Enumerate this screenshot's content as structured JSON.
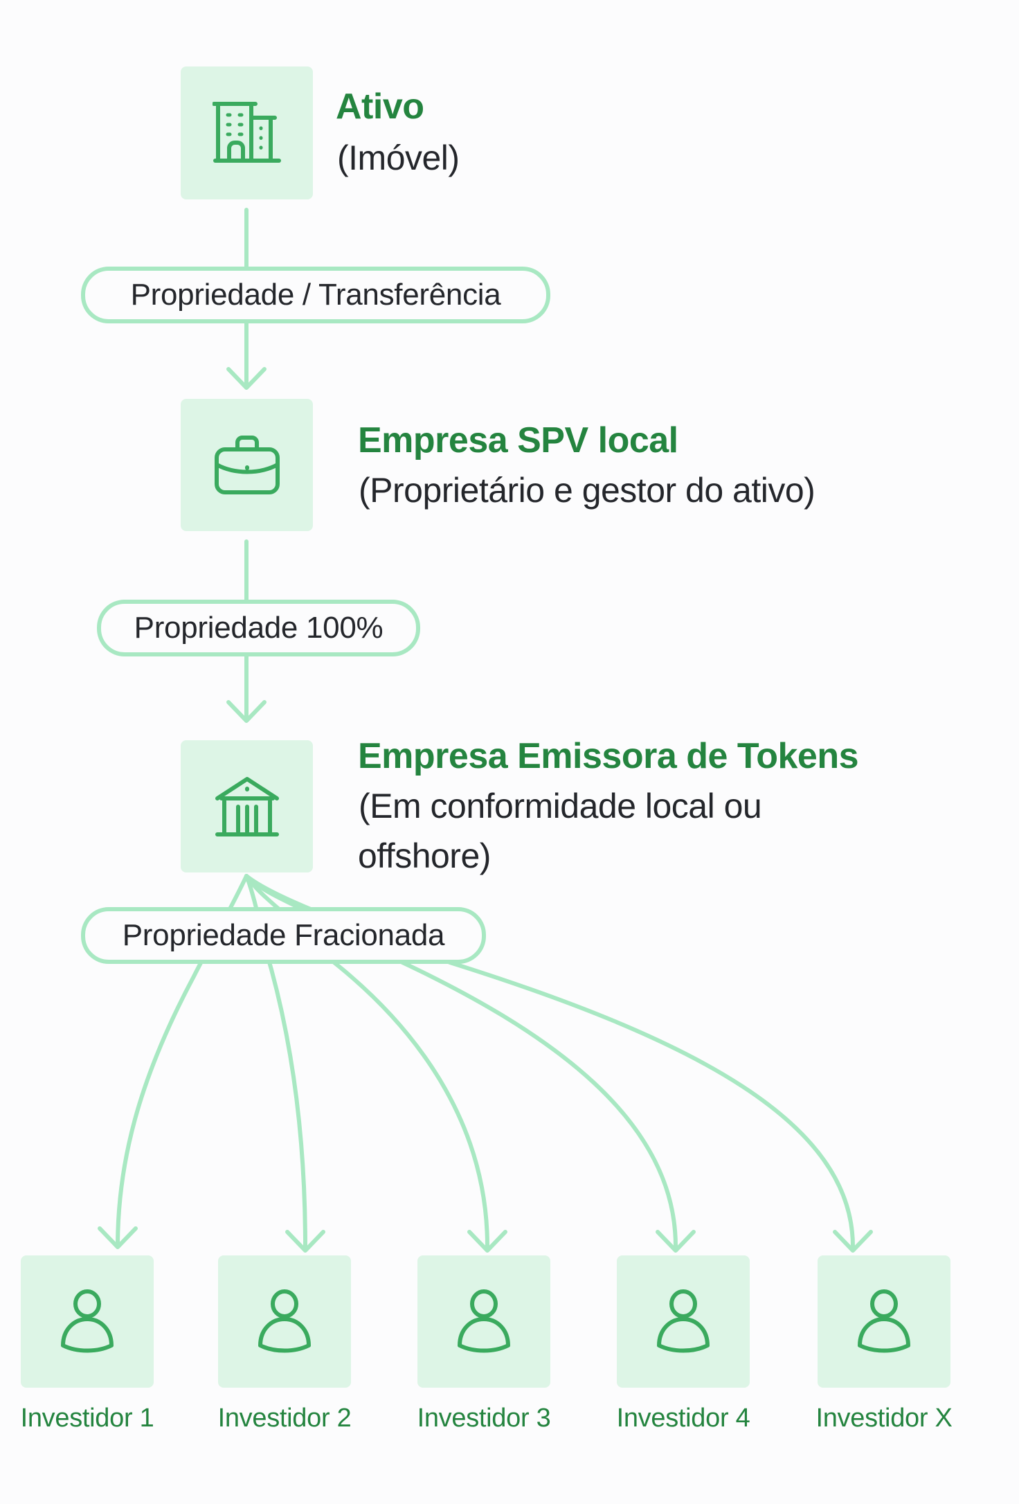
{
  "colors": {
    "background": "#fcfcfd",
    "box_fill": "#ddf5e6",
    "icon": "#3aaa5e",
    "title": "#24843f",
    "connector": "#a8e8c2",
    "text": "#24262b"
  },
  "nodes": {
    "asset": {
      "icon": "building-icon",
      "title": "Ativo",
      "subtitle": "(Imóvel)"
    },
    "spv": {
      "icon": "briefcase-icon",
      "title": "Empresa SPV local",
      "subtitle": "(Proprietário e gestor do ativo)"
    },
    "issuer": {
      "icon": "bank-icon",
      "title": "Empresa Emissora de Tokens",
      "subtitle_line1": "(Em conformidade local ou",
      "subtitle_line2": "offshore)"
    }
  },
  "edges": {
    "asset_to_spv": "Propriedade / Transferência",
    "spv_to_issuer": "Propriedade 100%",
    "issuer_to_investors": "Propriedade Fracionada"
  },
  "investors": [
    {
      "icon": "user-icon",
      "label": "Investidor 1"
    },
    {
      "icon": "user-icon",
      "label": "Investidor 2"
    },
    {
      "icon": "user-icon",
      "label": "Investidor 3"
    },
    {
      "icon": "user-icon",
      "label": "Investidor 4"
    },
    {
      "icon": "user-icon",
      "label": "Investidor X"
    }
  ]
}
